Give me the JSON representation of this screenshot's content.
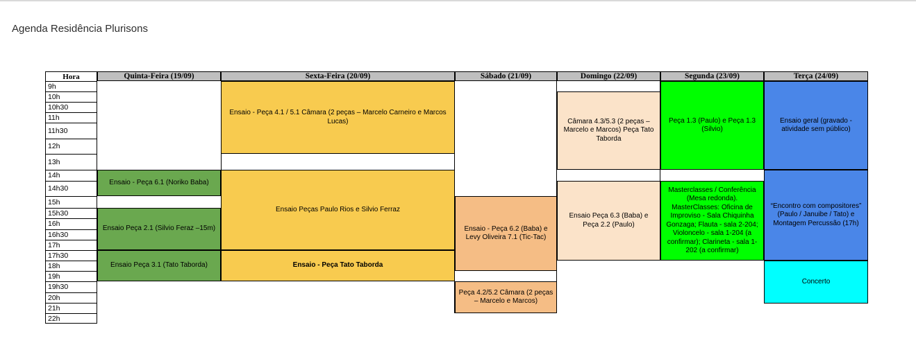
{
  "page": {
    "title": "Agenda Residência Plurisons"
  },
  "table": {
    "time_header": "Hora",
    "day_headers": [
      "Quinta-Feira (19/09)",
      "Sexta-Feira (20/09)",
      "Sábado (21/09)",
      "Domingo (22/09)",
      "Segunda (23/09)",
      "Terça (24/09)"
    ],
    "times": [
      "9h",
      "10h",
      "10h30",
      "11h",
      "11h30",
      "12h",
      "13h",
      "14h",
      "14h30",
      "15h",
      "15h30",
      "16h",
      "16h30",
      "17h",
      "17h30",
      "18h",
      "19h",
      "19h30",
      "20h",
      "21h",
      "22h"
    ],
    "events": [
      {
        "day": "Quinta-Feira (19/09)",
        "start": "14h",
        "end": "15h",
        "color": "#6AA84F",
        "label": "Ensaio - Peça 6.1 (Noriko Baba)"
      },
      {
        "day": "Quinta-Feira (19/09)",
        "start": "15h30",
        "end": "17h30",
        "color": "#6AA84F",
        "label": "Ensaio Peça 2.1 (Silvio Feraz –15m)"
      },
      {
        "day": "Quinta-Feira (19/09)",
        "start": "17h30",
        "end": "19h30",
        "color": "#6AA84F",
        "label": "Ensaio Peça 3.1 (Tato Taborda)"
      },
      {
        "day": "Sexta-Feira (20/09)",
        "start": "9h",
        "end": "13h",
        "color": "#F8CB4F",
        "label": "Ensaio - Peça 4.1 / 5.1 Câmara (2 peças – Marcelo Carneiro e Marcos Lucas)"
      },
      {
        "day": "Sexta-Feira (20/09)",
        "start": "14h",
        "end": "17h30",
        "color": "#F8CB4F",
        "label": "Ensaio Peças Paulo Rios e Silvio Ferraz"
      },
      {
        "day": "Sexta-Feira (20/09)",
        "start": "17h30",
        "end": "19h30",
        "color": "#F8CB4F",
        "label": "Ensaio - Peça Tato Taborda"
      },
      {
        "day": "Sábado (21/09)",
        "start": "15h",
        "end": "19h",
        "color": "#F5BD85",
        "label": "Ensaio - Peça 6.2 (Baba) e Levy Oliveira 7.1 (Tic-Tac)"
      },
      {
        "day": "Sábado (21/09)",
        "start": "19h30",
        "end": "22h",
        "color": "#F5BD85",
        "label": "Peça 4.2/5.2 Câmara (2 peças – Marcelo e Marcos)"
      },
      {
        "day": "Domingo (22/09)",
        "start": "10h",
        "end": "14h",
        "color": "#FBE3C9",
        "label": "Câmara 4.3/5.3 (2 peças – Marcelo e Marcos) Peça Tato Taborda"
      },
      {
        "day": "Domingo (22/09)",
        "start": "14h30",
        "end": "18h",
        "color": "#FBE3C9",
        "label": "Ensaio Peça 6.3 (Baba) e Peça 2.2 (Paulo)"
      },
      {
        "day": "Segunda (23/09)",
        "start": "9h",
        "end": "14h",
        "color": "#00FF00",
        "label": "Peça 1.3 (Paulo) e Peça 1.3 (Silvio)"
      },
      {
        "day": "Segunda (23/09)",
        "start": "14h30",
        "end": "18h",
        "color": "#00FF00",
        "label": "Masterclasses / Conferência (Mesa redonda). MasterClasses: Oficina de Improviso - Sala Chiquinha Gonzaga; Flauta - sala 2-204; Violoncelo - sala 1-204 (a confirmar); Clarineta - sala 1-202 (a confirmar)"
      },
      {
        "day": "Terça (24/09)",
        "start": "9h",
        "end": "14h",
        "color": "#4A86E8",
        "label": "Ensaio geral (gravado - atividade sem público)"
      },
      {
        "day": "Terça (24/09)",
        "start": "14h",
        "end": "18h",
        "color": "#4A86E8",
        "label": "“Encontro com compositores” (Paulo / Januibe / Tato) e Montagem Percussão (17h)"
      },
      {
        "day": "Terça (24/09)",
        "start": "18h",
        "end": "21h",
        "color": "#00FFFF",
        "label": "Concerto"
      }
    ],
    "colors": {
      "header_bg": "#BFBFBF",
      "quinta_green": "#6AA84F",
      "sexta_yellow": "#F8CB4F",
      "sabado_orange": "#F5BD85",
      "domingo_peach": "#FBE3C9",
      "segunda_green": "#00FF00",
      "terca_blue": "#4A86E8",
      "concerto_cyan": "#00FFFF",
      "grid_border": "#000000"
    }
  }
}
